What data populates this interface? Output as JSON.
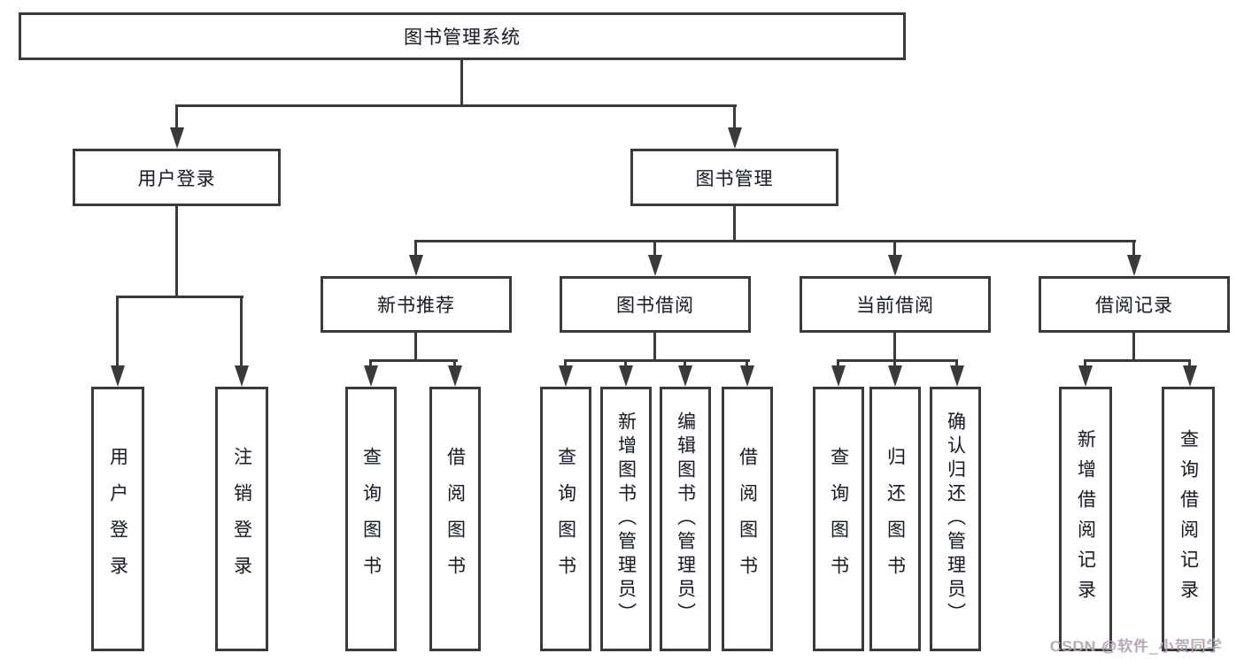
{
  "diagram": {
    "root": {
      "label": "图书管理系统"
    },
    "level2": [
      {
        "label": "用户登录"
      },
      {
        "label": "图书管理"
      }
    ],
    "level3": [
      {
        "label": "新书推荐"
      },
      {
        "label": "图书借阅"
      },
      {
        "label": "当前借阅"
      },
      {
        "label": "借阅记录"
      }
    ],
    "leaves": {
      "user_login": [
        "用户登录",
        "注销登录"
      ],
      "new_book": [
        "查询图书",
        "借阅图书"
      ],
      "book_borrow": [
        "查询图书",
        "新增图书（管理员）",
        "编辑图书（管理员）",
        "借阅图书"
      ],
      "current_borrow": [
        "查询图书",
        "归还图书",
        "确认归还（管理员）"
      ],
      "borrow_record": [
        "新增借阅记录",
        "查询借阅记录"
      ]
    }
  },
  "watermark": {
    "text": "CSDN @软件_小贺同学"
  },
  "colors": {
    "line": "#3a3a3a",
    "background": "#ffffff",
    "watermark": "#a6a6a6"
  }
}
